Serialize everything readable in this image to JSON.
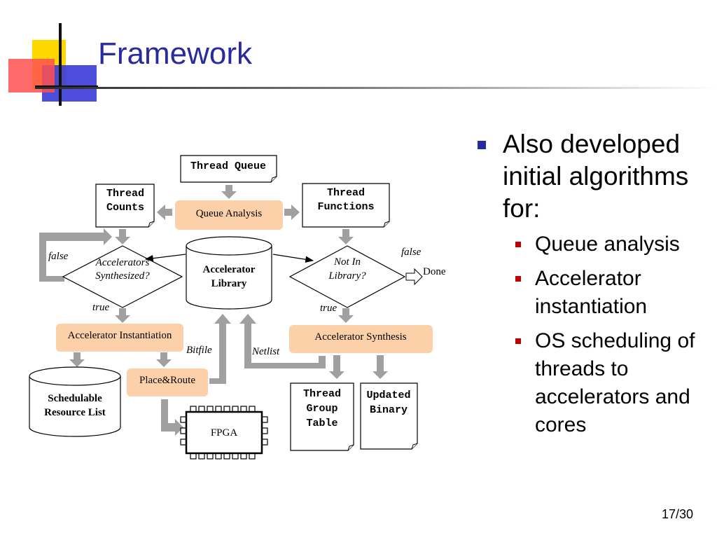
{
  "slide": {
    "title": "Framework",
    "page_number": "17/30",
    "accent_colors": {
      "title": "#2a2aa0",
      "bullet_main": "#2a2aa0",
      "bullet_sub": "#c00000",
      "process_box": "#fcd0a8"
    }
  },
  "bullets": {
    "main": "Also developed initial algorithms for:",
    "items": [
      "Queue analysis",
      "Accelerator instantiation",
      "OS scheduling of threads to accelerators and cores"
    ]
  },
  "diagram": {
    "thread_queue": "Thread Queue",
    "thread_counts": [
      "Thread",
      "Counts"
    ],
    "queue_analysis": "Queue Analysis",
    "thread_functions": [
      "Thread",
      "Functions"
    ],
    "accelerators_synthesized": [
      "Accelerators",
      "Synthesized?"
    ],
    "accelerator_library": [
      "Accelerator",
      "Library"
    ],
    "not_in_library": [
      "Not In",
      "Library?"
    ],
    "done": "Done",
    "false_left": "false",
    "false_right": "false",
    "true_left": "true",
    "true_right": "true",
    "accelerator_instantiation": "Accelerator Instantiation",
    "accelerator_synthesis": "Accelerator Synthesis",
    "bitfile": "Bitfile",
    "netlist": "Netlist",
    "place_route": "Place&Route",
    "schedulable_resource_list": [
      "Schedulable",
      "Resource List"
    ],
    "fpga": "FPGA",
    "thread_group_table": [
      "Thread",
      "Group",
      "Table"
    ],
    "updated_binary": [
      "Updated",
      "Binary"
    ]
  }
}
